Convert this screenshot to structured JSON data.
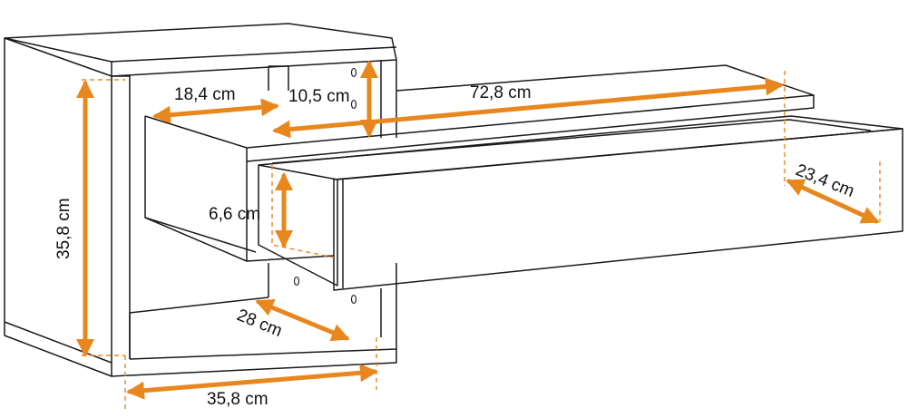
{
  "colors": {
    "dimension": "#e8871e",
    "outline": "#1a1a1a",
    "text": "#111111",
    "background": "#ffffff"
  },
  "dimensions": {
    "shelf_depth": "18,4 cm",
    "shelf_gap": "10,5 cm",
    "shelf_length": "72,8 cm",
    "drawer_depth": "23,4 cm",
    "drawer_height": "6,6 cm",
    "cabinet_height": "35,8 cm",
    "cabinet_depth": "28 cm",
    "cabinet_width": "35,8 cm"
  }
}
